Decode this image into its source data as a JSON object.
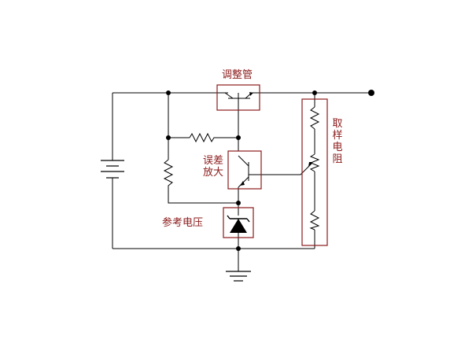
{
  "labels": {
    "regulator": "调整管",
    "error_amp_line1": "误差",
    "error_amp_line2": "放大",
    "reference": "参考电压",
    "sampling": "取样电阻"
  },
  "colors": {
    "wire": "#000000",
    "highlight_box": "#8b1a1a",
    "label_text": "#8b1a1a",
    "background": "#ffffff"
  }
}
